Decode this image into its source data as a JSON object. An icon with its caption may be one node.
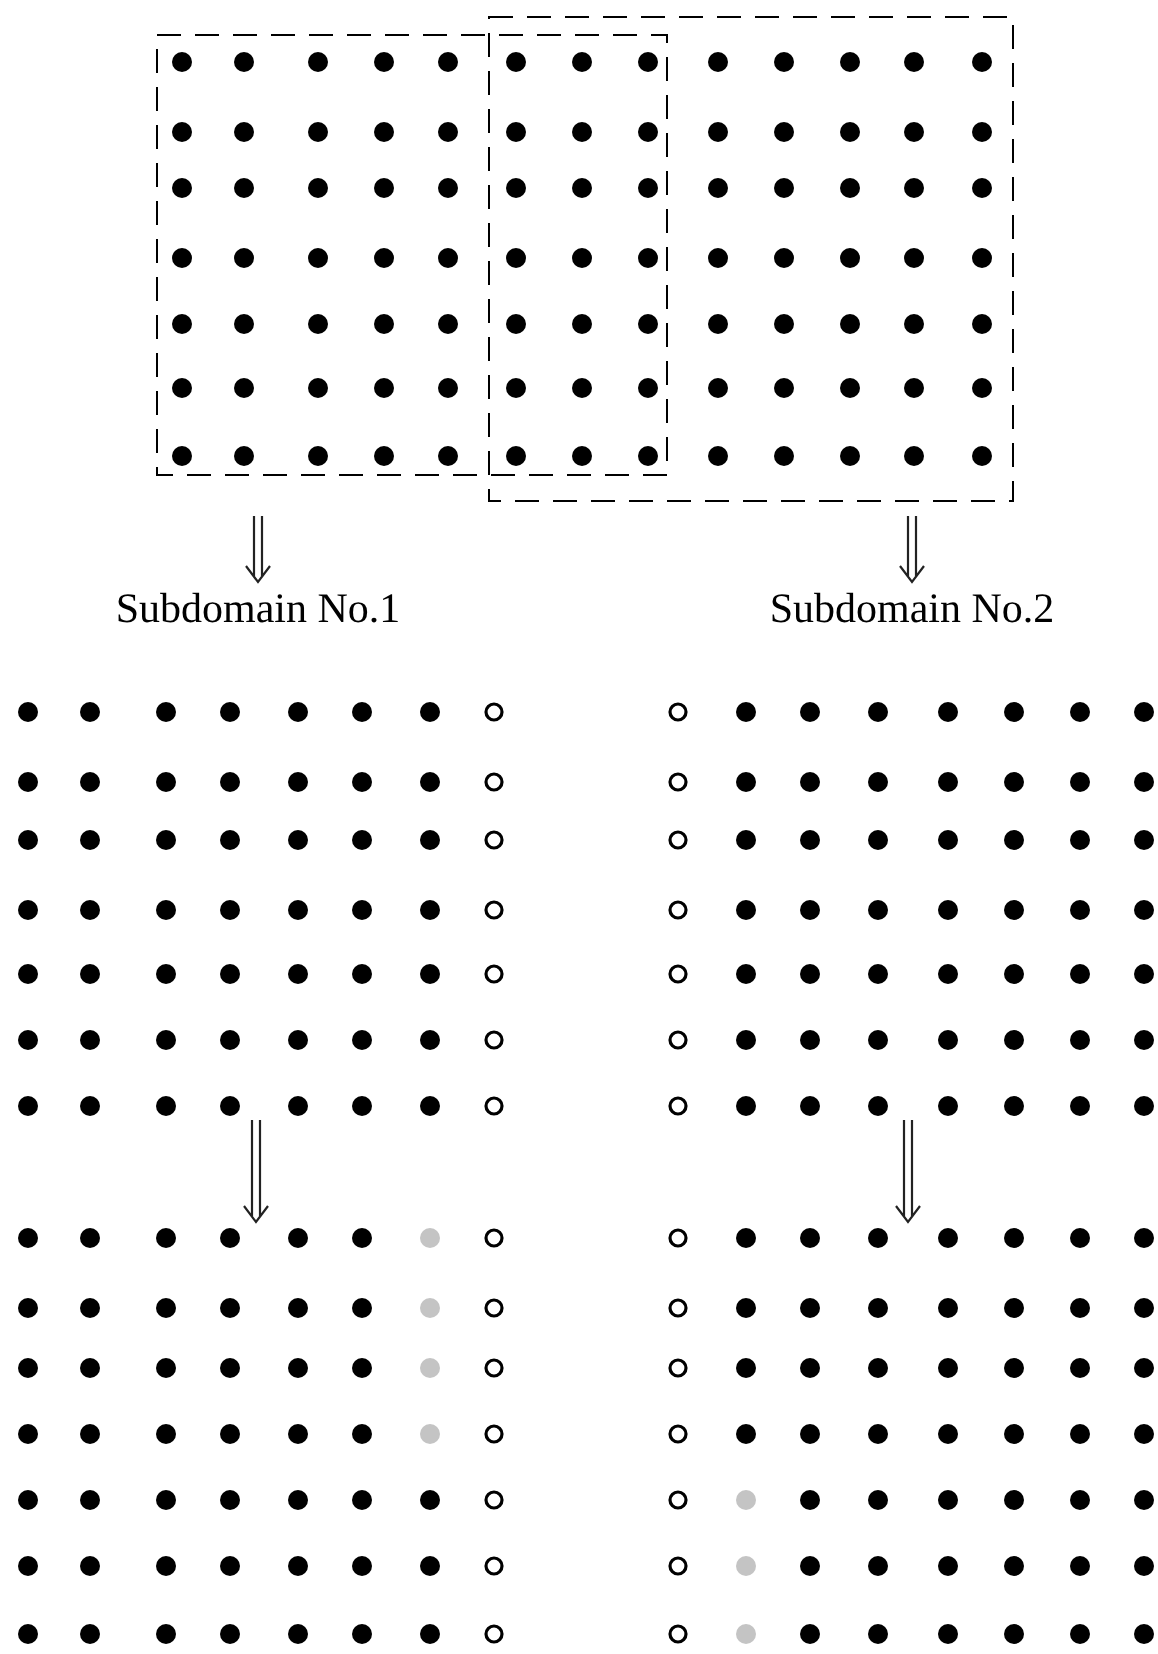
{
  "diagram": {
    "nodes": [
      {
        "text": [],
        "shape": "box"
      },
      {
        "text": [],
        "shape": "box"
      },
      {
        "text": [
          "Subdomain No.1"
        ]
      },
      {
        "text": [
          "Subdomain No.2"
        ]
      },
      {
        "text": [],
        "shape": "grid"
      },
      {
        "text": [],
        "shape": "grid"
      },
      {
        "text": [],
        "shape": "grid"
      },
      {
        "text": [],
        "shape": "grid"
      }
    ],
    "edges": [
      {
        "from": 0,
        "to": 2,
        "arrow": "to"
      },
      {
        "from": 1,
        "to": 3,
        "arrow": "to"
      },
      {
        "from": 4,
        "to": 6,
        "arrow": "to"
      },
      {
        "from": 5,
        "to": 7,
        "arrow": "to"
      }
    ]
  }
}
